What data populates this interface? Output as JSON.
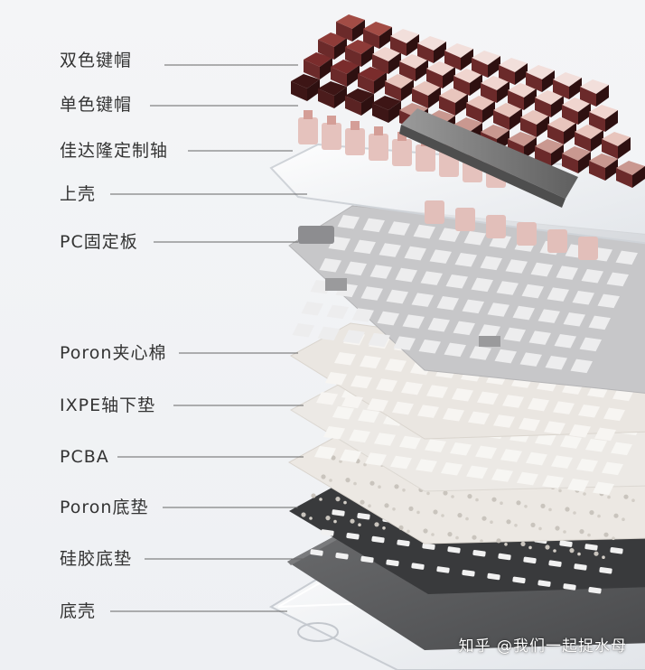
{
  "layers": [
    {
      "id": "two-tone-keycaps",
      "label": "双色键帽"
    },
    {
      "id": "single-color-keycaps",
      "label": "单色键帽"
    },
    {
      "id": "switches",
      "label": "佳达隆定制轴"
    },
    {
      "id": "top-case",
      "label": "上壳"
    },
    {
      "id": "pc-plate",
      "label": "PC固定板"
    },
    {
      "id": "poron-foam",
      "label": "Poron夹心棉"
    },
    {
      "id": "ixpe-pad",
      "label": "IXPE轴下垫"
    },
    {
      "id": "pcba",
      "label": "PCBA"
    },
    {
      "id": "poron-bottom-pad",
      "label": "Poron底垫"
    },
    {
      "id": "silicone-pad",
      "label": "硅胶底垫"
    },
    {
      "id": "bottom-case",
      "label": "底壳"
    }
  ],
  "watermark": "知乎 @我们一起捉水母",
  "colors": {
    "keycap_dark": "#4a1c1c",
    "keycap_pink": "#e9bdb3",
    "switch_pink": "#e6c4bf",
    "plate": "#c9c9cb",
    "foam": "#ebe7e2",
    "pcba": "#ece8e2",
    "poron_bottom": "#3a3a3a",
    "silicone": "#5b5c5e"
  }
}
